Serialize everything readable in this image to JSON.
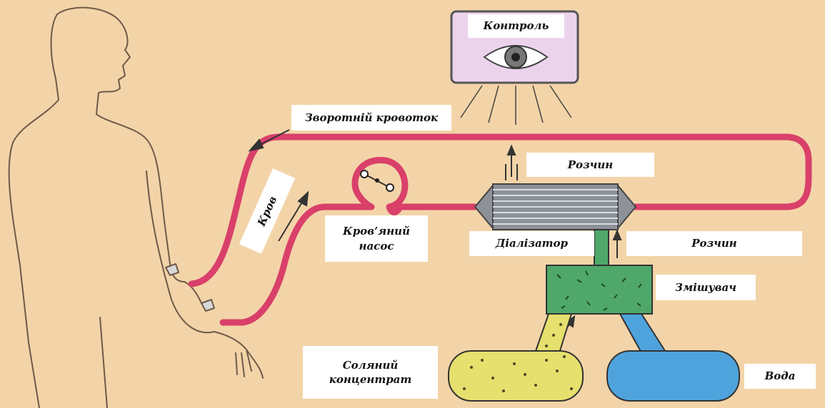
{
  "labels": {
    "control": "Контроль",
    "return_flow": "Зворотній кровоток",
    "solution_top": "Розчин",
    "blood": "Кров",
    "blood_pump": "Кров’яний\nнасос",
    "dialyzer": "Діалізатор",
    "solution_right": "Розчин",
    "mixer": "Змішувач",
    "salt_concentrate": "Соляний\nконцентрат",
    "water": "Вода"
  },
  "colors": {
    "background": "#f3d4a8",
    "blood_tube": "#d9406a",
    "monitor_fill": "#ecd3ec",
    "mixer_fill": "#4fa86a",
    "concentrate_fill": "#e6e06e",
    "water_fill": "#4ea3dc",
    "dialyzer_fill": "#8d9299"
  }
}
